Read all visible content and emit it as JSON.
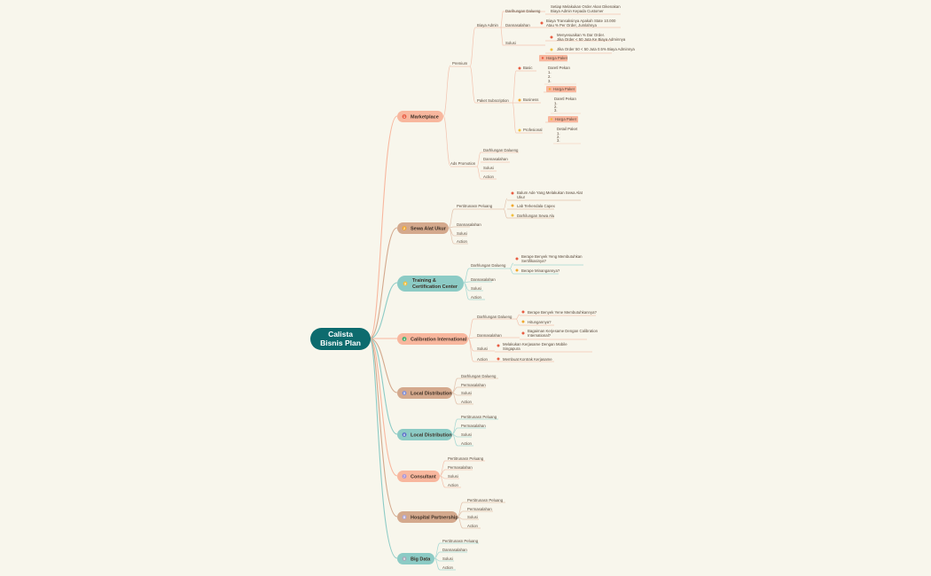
{
  "root": {
    "line1": "Calista",
    "line2": "Bisnis Plan"
  },
  "branches": [
    {
      "label": "Marketplace",
      "color": "#f8b79e",
      "num": "1",
      "numColor": "#e85d43"
    },
    {
      "label": "Sewa Alat Ukur",
      "color": "#d4a98d",
      "num": "2",
      "numColor": "#f0a830"
    },
    {
      "label_line1": "Training &",
      "label_line2": "Certification Center",
      "color": "#8ccbc5",
      "num": "3",
      "numColor": "#f0c040"
    },
    {
      "label": "Calibration International",
      "color": "#f8b79e",
      "num": "4",
      "numColor": "#3cae6c"
    },
    {
      "label": "Local Distribution",
      "color": "#d4a98d",
      "num": "5",
      "numColor": "#7c8cd8"
    },
    {
      "label": "Local Distribution",
      "color": "#8ccbc5",
      "num": "6",
      "numColor": "#5b6fc8"
    },
    {
      "label": "Consultant",
      "color": "#f8b79e",
      "num": "7",
      "numColor": "#a894d8"
    },
    {
      "label": "Hospital Partnership",
      "color": "#d4a98d",
      "num": "8",
      "numColor": "#b0a8d8"
    },
    {
      "label": "Big Data",
      "color": "#8ccbc5",
      "num": "9",
      "numColor": "#a8a8b8"
    }
  ],
  "marketplace": {
    "premium": "Premium",
    "biaya_admin": "Biaya Admin",
    "latar": "Darihungan Dalueng",
    "latar_text1": "Setiap Melakukan Order Akan Dikenakan",
    "latar_text2": "Biaya Admin Kepada Customer",
    "permasalahan": "Dannasalahan",
    "perm_text1": "Biaya Transaksinya Apakah State 10.000",
    "perm_text2": "Atau % Per Order, Jumlahnya",
    "solusi": "Solusi",
    "sol_text1": "Menyesuaikan % Dar Order.",
    "sol_text2": "Jika Order < 50 Juta Ke Biaya Adminnya",
    "sol_text3": "Jika Order 50 < 50 Juta 0.5% Biaya Adminnya",
    "paket": "Paket Subscription",
    "basic": "Basic",
    "business": "Business",
    "profesional": "Profesional",
    "harga_paket": "Harga Paket",
    "harga_paket2": "Harga Paket",
    "harga_paket3": "Harga Paket",
    "detail": "Daretl Pekan",
    "detail_items": [
      "1.",
      "2.",
      "3."
    ],
    "detail2": "Daretl Pekan",
    "detail2_items": [
      "1.",
      "2.",
      "3."
    ],
    "detail3": "Detail Paket",
    "detail3_items": [
      "1.",
      "2.",
      "3."
    ],
    "ads": "Ads Promotion",
    "ads_items": [
      "Darhlungan Dalueng",
      "Dannasalahan",
      "Solusi",
      "Action"
    ]
  },
  "sewa": {
    "pertim": "Pertitrunasn Peluang",
    "pertim_items": [
      "Balum Ade Yang Melakukan Sewa Alat",
      "Ukur",
      "Lab Terkendala Capex",
      "Darhilungan Sewa Alu"
    ],
    "others": [
      "Dannasalahan",
      "Solusi",
      "Action"
    ]
  },
  "training": {
    "latar": "Darhlungan Dalueng",
    "items": [
      "Berape Benyek Yeng Membutuhkan",
      "Sertifikasinya?",
      "Berape Minangannya?"
    ],
    "others": [
      "Dannasalahan",
      "Solusi",
      "Action"
    ]
  },
  "calibration": {
    "latar": "Darhlungan Dalueng",
    "latar_items": [
      "Berape Benyek Yene Membutuhkannya?",
      "Hitungannya?"
    ],
    "perm": "Dannasalahan",
    "perm_items": [
      "Bagaiman Kerjesame Dengan Calibration",
      "International?"
    ],
    "solusi": "Solusi",
    "sol_items": [
      "Melakukan Kerjasame Dengan Mobile",
      "Singapura"
    ],
    "action": "Action",
    "action_items": [
      "Membuat Kontrak Kerjasame"
    ]
  },
  "local1": {
    "items": [
      "Darhlungan Dalueng",
      "Permasalahan",
      "Solusi",
      "Action"
    ]
  },
  "local2": {
    "items": [
      "Pertitrunasn Peluang",
      "Permasalahan",
      "Solusi",
      "Action"
    ]
  },
  "consultant": {
    "items": [
      "Pertitrunasn Peluang",
      "Permasalahan",
      "Solusi",
      "Action"
    ]
  },
  "hospital": {
    "items": [
      "Pertitrunasn Peluang",
      "Permasalahan",
      "Solusi",
      "Action"
    ]
  },
  "bigdata": {
    "items": [
      "Pertitrunasn Peluang",
      "Dannasalahan",
      "Solusi",
      "Action"
    ]
  }
}
